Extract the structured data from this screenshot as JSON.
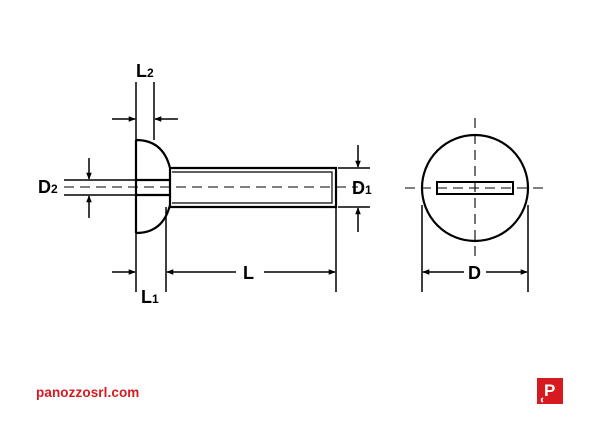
{
  "labels": {
    "l2": {
      "main": "L",
      "sub": "2"
    },
    "d2": {
      "main": "D",
      "sub": "2"
    },
    "d1": {
      "main": "D",
      "sub": "1"
    },
    "l": "L",
    "l1": {
      "main": "L",
      "sub": "1"
    },
    "d": "D"
  },
  "footer": {
    "website": "panozzosrl.com",
    "logo_letter": "P"
  },
  "colors": {
    "line": "#000000",
    "brand": "#d71920",
    "background": "#ffffff"
  }
}
